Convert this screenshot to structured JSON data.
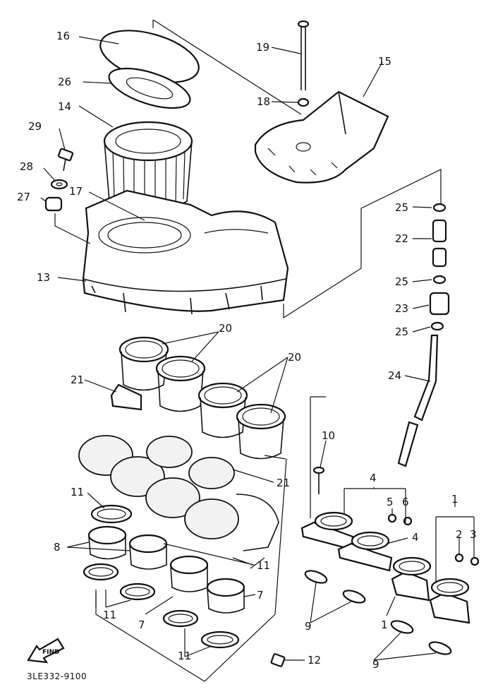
{
  "callouts": [
    {
      "id": "c16",
      "text": "16"
    },
    {
      "id": "c26",
      "text": "26"
    },
    {
      "id": "c14",
      "text": "14"
    },
    {
      "id": "c29",
      "text": "29"
    },
    {
      "id": "c28",
      "text": "28"
    },
    {
      "id": "c27",
      "text": "27"
    },
    {
      "id": "c17",
      "text": "17"
    },
    {
      "id": "c13",
      "text": "13"
    },
    {
      "id": "c19",
      "text": "19"
    },
    {
      "id": "c18",
      "text": "18"
    },
    {
      "id": "c15",
      "text": "15"
    },
    {
      "id": "c25a",
      "text": "25"
    },
    {
      "id": "c22",
      "text": "22"
    },
    {
      "id": "c25b",
      "text": "25"
    },
    {
      "id": "c23",
      "text": "23"
    },
    {
      "id": "c25c",
      "text": "25"
    },
    {
      "id": "c24",
      "text": "24"
    },
    {
      "id": "c20a",
      "text": "20"
    },
    {
      "id": "c20b",
      "text": "20"
    },
    {
      "id": "c21a",
      "text": "21"
    },
    {
      "id": "c21b",
      "text": "21"
    },
    {
      "id": "c10",
      "text": "10"
    },
    {
      "id": "c4a",
      "text": "4"
    },
    {
      "id": "c5",
      "text": "5"
    },
    {
      "id": "c6",
      "text": "6"
    },
    {
      "id": "c4b",
      "text": "4"
    },
    {
      "id": "c1a",
      "text": "1"
    },
    {
      "id": "c2",
      "text": "2"
    },
    {
      "id": "c3",
      "text": "3"
    },
    {
      "id": "c1b",
      "text": "1"
    },
    {
      "id": "c11a",
      "text": "11"
    },
    {
      "id": "c8",
      "text": "8"
    },
    {
      "id": "c11b",
      "text": "11"
    },
    {
      "id": "c11c",
      "text": "11"
    },
    {
      "id": "c7a",
      "text": "7"
    },
    {
      "id": "c7b",
      "text": "7"
    },
    {
      "id": "c11d",
      "text": "11"
    },
    {
      "id": "c9a",
      "text": "9"
    },
    {
      "id": "c9b",
      "text": "9"
    },
    {
      "id": "c12",
      "text": "12"
    }
  ],
  "find_label": "FIND",
  "diagram_code": "3LE332-9100"
}
